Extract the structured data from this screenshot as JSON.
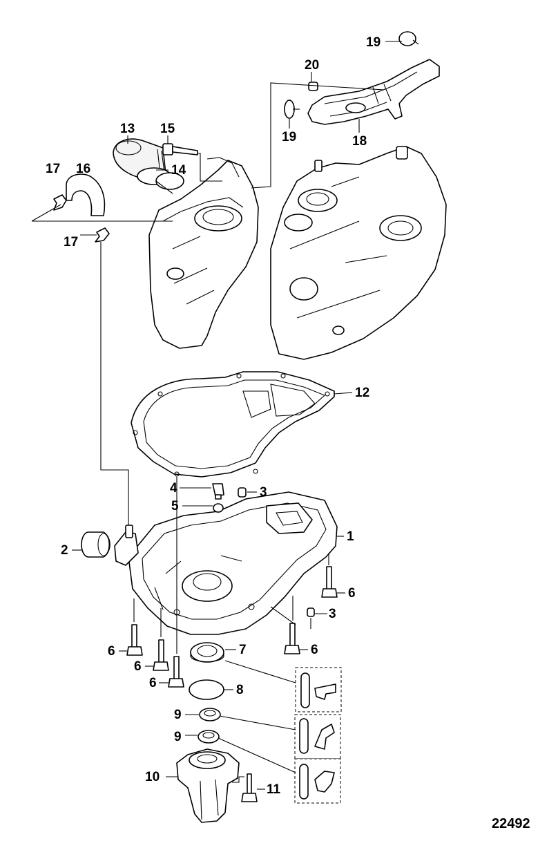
{
  "figure_number": "22492",
  "callouts": {
    "c1": "1",
    "c2": "2",
    "c3a": "3",
    "c3b": "3",
    "c4": "4",
    "c5": "5",
    "c6a": "6",
    "c6b": "6",
    "c6c": "6",
    "c6d": "6",
    "c6e": "6",
    "c7": "7",
    "c8": "8",
    "c9a": "9",
    "c9b": "9",
    "c10": "10",
    "c11": "11",
    "c12": "12",
    "c13": "13",
    "c14": "14",
    "c15": "15",
    "c16": "16",
    "c17a": "17",
    "c17b": "17",
    "c18": "18",
    "c19a": "19",
    "c19b": "19",
    "c20": "20"
  }
}
